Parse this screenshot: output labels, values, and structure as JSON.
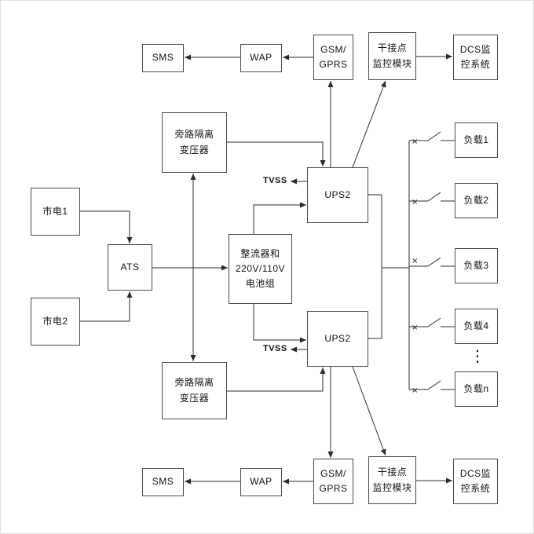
{
  "diagram": {
    "nodes": {
      "sms_top": "SMS",
      "wap_top": "WAP",
      "gsm_gprs_top": "GSM/\nGPRS",
      "dry_contact_top": "干接点\n监控模块",
      "dcs_top": "DCS监\n控系统",
      "bypass_transformer_upper": "旁路隔离\n变压器",
      "ups2_upper": "UPS2",
      "mains_1": "市电1",
      "ats": "ATS",
      "mains_2": "市电2",
      "rectifier_battery": "整流器和\n220V/110V\n电池组",
      "ups2_lower": "UPS2",
      "bypass_transformer_lower": "旁路隔离\n变压器",
      "sms_bottom": "SMS",
      "wap_bottom": "WAP",
      "gsm_gprs_bottom": "GSM/\nGPRS",
      "dry_contact_bottom": "干接点\n监控模块",
      "dcs_bottom": "DCS监\n控系统",
      "load_1": "负载1",
      "load_2": "负载2",
      "load_3": "负载3",
      "load_4": "负载4",
      "load_n": "负载n"
    },
    "labels": {
      "tvss_upper": "TVSS",
      "tvss_lower": "TVSS",
      "switch_mark": "×",
      "loads_ellipsis": "⋮"
    },
    "colors": {
      "line": "#2b2b2b",
      "box_border": "#4a4a4a",
      "background": "#ffffff",
      "text": "#111111"
    }
  }
}
